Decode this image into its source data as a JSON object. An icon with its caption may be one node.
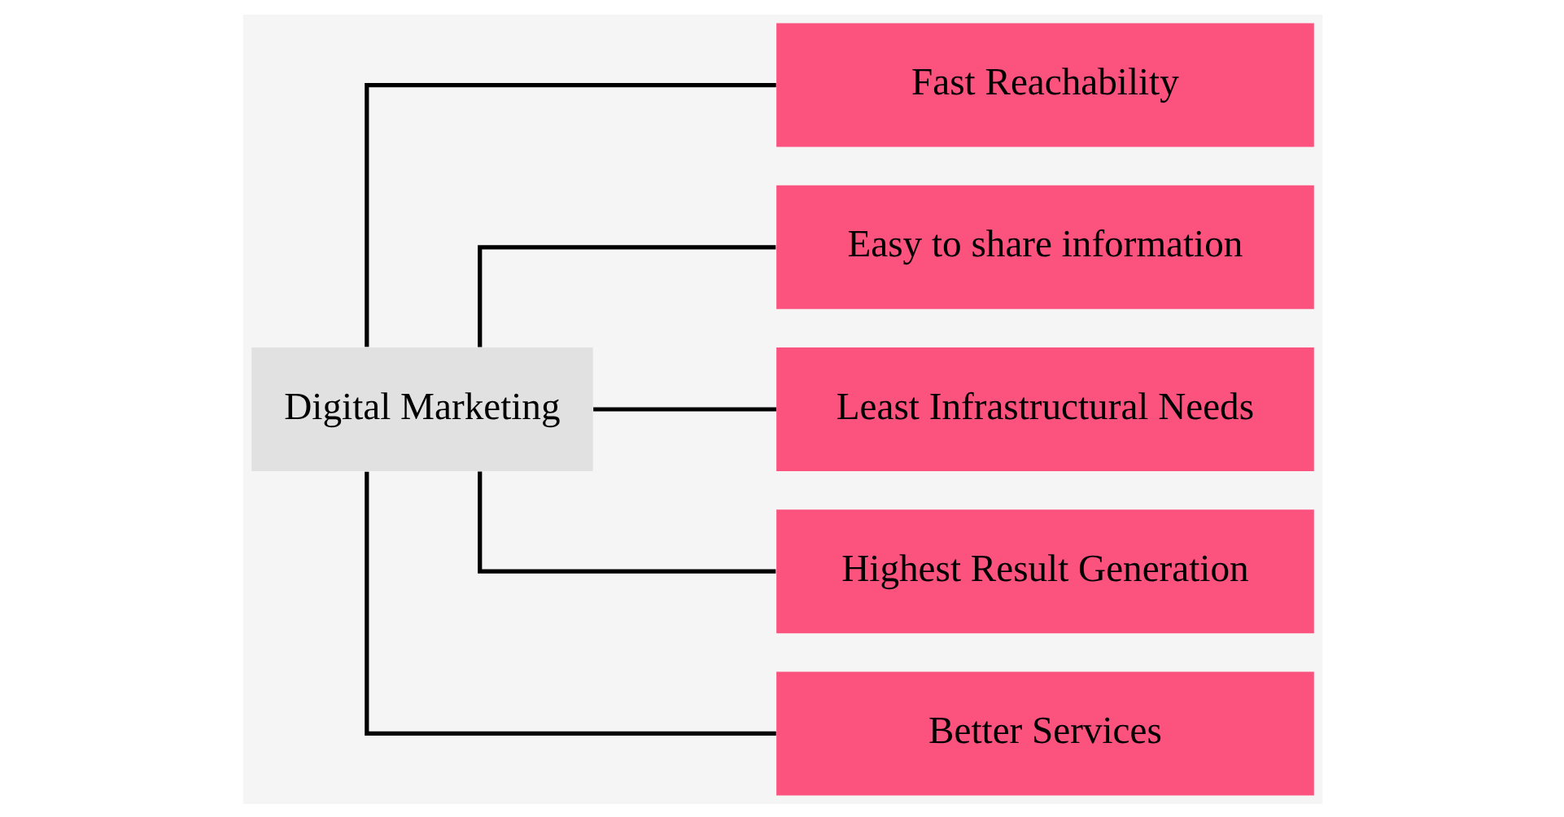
{
  "diagram": {
    "nodes": [
      {
        "text": [
          "Digital Marketing"
        ]
      },
      {
        "text": [
          "Fast Reachability"
        ]
      },
      {
        "text": [
          "Easy to share information"
        ]
      },
      {
        "text": [
          "Least Infrastructural Needs"
        ]
      },
      {
        "text": [
          "Highest Result Generation"
        ]
      },
      {
        "text": [
          "Better Services"
        ]
      }
    ],
    "edges": [
      {
        "from": 0,
        "to": 1,
        "arrow": "none"
      },
      {
        "from": 0,
        "to": 2,
        "arrow": "none"
      },
      {
        "from": 0,
        "to": 3,
        "arrow": "none"
      },
      {
        "from": 0,
        "to": 4,
        "arrow": "none"
      },
      {
        "from": 0,
        "to": 5,
        "arrow": "none"
      }
    ]
  }
}
